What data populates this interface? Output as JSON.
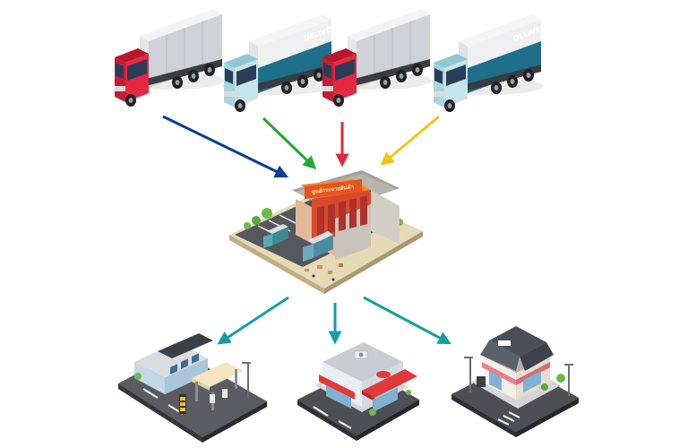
{
  "trucks": [
    {
      "id": "truck-1",
      "cab_color": "#d9243a",
      "body_text": ""
    },
    {
      "id": "truck-2",
      "cab_color": "#a8d6de",
      "body_text": "DELIVERY"
    },
    {
      "id": "truck-3",
      "cab_color": "#d9243a",
      "body_text": ""
    },
    {
      "id": "truck-4",
      "cab_color": "#a8d6de",
      "body_text": "DELIVERY"
    }
  ],
  "warehouse": {
    "sign_text": "ศูนย์กระจายสินค้า"
  },
  "arrows": {
    "inbound_colors": [
      "#0b3f91",
      "#22a834",
      "#e0283a",
      "#f2c419"
    ],
    "outbound_color": "#13a0a0"
  },
  "colors": {
    "asphalt": "#4d4f55",
    "awning_red": "#e23a3a",
    "shop_roof": "#4a4f5a",
    "warehouse_wall": "#d84a2e"
  }
}
